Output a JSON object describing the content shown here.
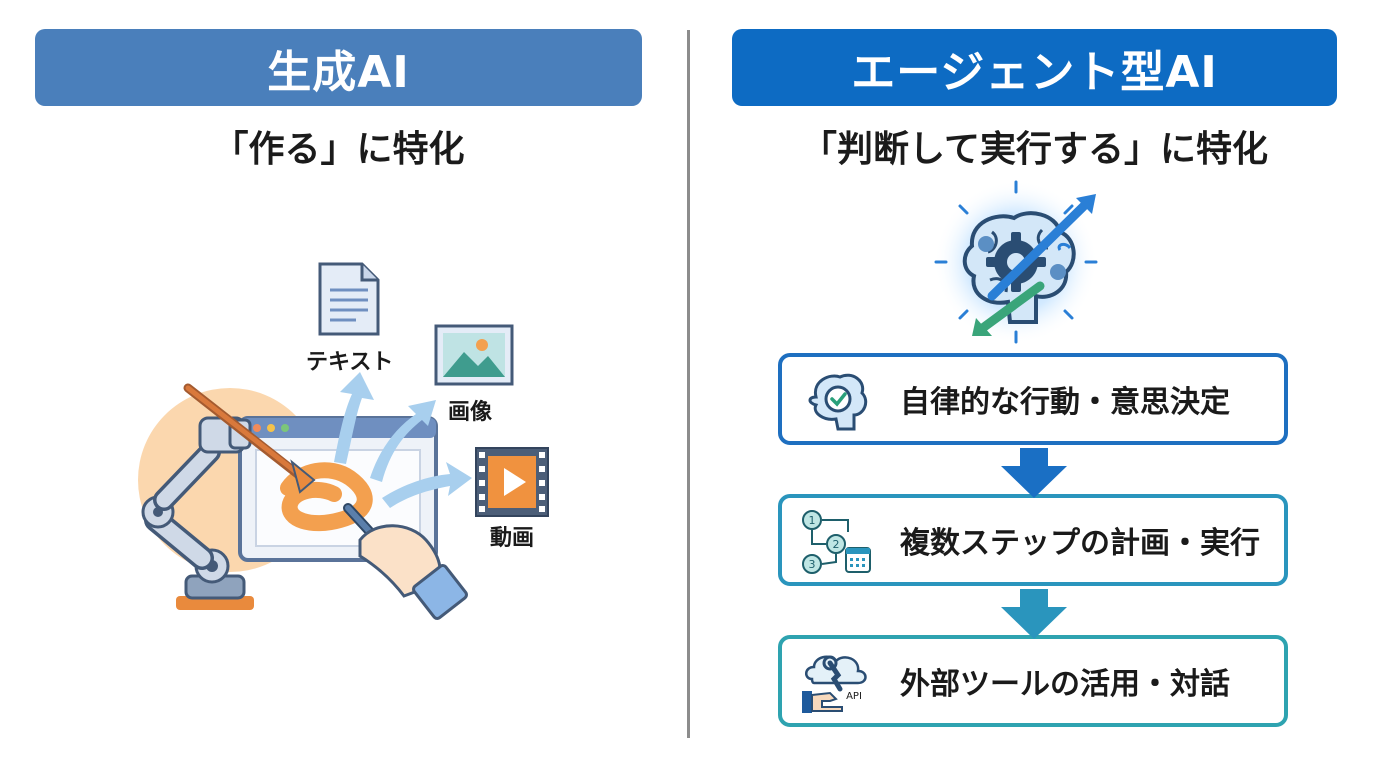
{
  "left": {
    "title": "生成AI",
    "subtitle": "「作る」に特化",
    "outputs": [
      {
        "label": "テキスト",
        "icon": "document-icon"
      },
      {
        "label": "画像",
        "icon": "image-icon"
      },
      {
        "label": "動画",
        "icon": "video-icon"
      }
    ],
    "colors": {
      "banner": "#4a7fbb",
      "accent": "#f29a4a"
    }
  },
  "right": {
    "title": "エージェント型AI",
    "subtitle": "「判断して実行する」に特化",
    "steps": [
      {
        "label": "自律的な行動・意思決定",
        "icon": "brain-check-icon"
      },
      {
        "label": "複数ステップの計画・実行",
        "icon": "flow-steps-icon"
      },
      {
        "label": "外部ツールの活用・対話",
        "icon": "api-tool-icon"
      }
    ],
    "step_numbers": [
      "1",
      "2",
      "3"
    ],
    "api_text": "API",
    "colors": {
      "banner": "#0d6bc3",
      "arrow": "#1a6fc4"
    }
  }
}
